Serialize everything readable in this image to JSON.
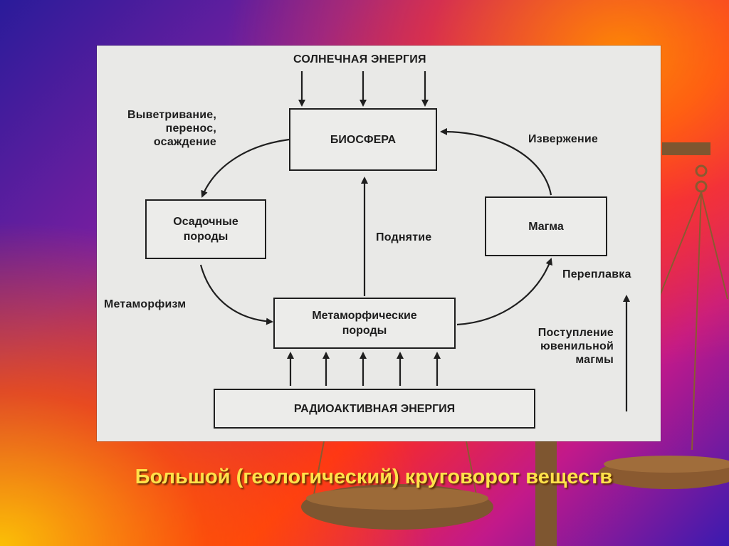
{
  "diagram": {
    "top_energy": "СОЛНЕЧНАЯ ЭНЕРГИЯ",
    "boxes": {
      "biosphere": "БИОСФЕРА",
      "sedimentary": "Осадочные\nпороды",
      "magma": "Магма",
      "metamorphic": "Метаморфические\nпороды",
      "radioactive": "РАДИОАКТИВНАЯ ЭНЕРГИЯ"
    },
    "labels": {
      "weathering": "Выветривание,\nперенос,\nосаждение",
      "eruption": "Извержение",
      "uplift": "Поднятие",
      "metamorphism": "Метаморфизм",
      "remelting": "Переплавка",
      "juvenile": "Поступление\nювенильной\nмагмы"
    }
  },
  "caption": "Большой (геологический) круговорот веществ",
  "colors": {
    "caption": "#ffe24a",
    "panel": "#e9e9e7",
    "ink": "#1f1f1f",
    "scale": "#7a4a22"
  }
}
